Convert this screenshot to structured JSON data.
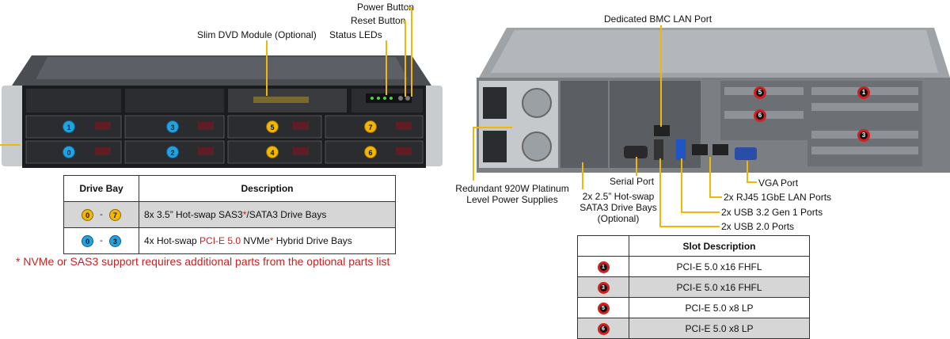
{
  "front_callouts": {
    "power_button": "Power Button",
    "reset_button": "Reset Button",
    "slim_dvd": "Slim DVD Module (Optional)",
    "status_leds": "Status LEDs"
  },
  "front_bays": {
    "gold": [
      "5",
      "7",
      "4",
      "6"
    ],
    "blue": [
      "1",
      "3",
      "0",
      "2"
    ]
  },
  "drive_table": {
    "header_bay": "Drive Bay",
    "header_desc": "Description",
    "rows": [
      {
        "from": "0",
        "to": "7",
        "dash": "-",
        "color": "#f2b705",
        "desc_a": "8x 3.5” Hot-swap SAS3",
        "desc_star": "*",
        "desc_b": "/SATA3 Drive  Bays"
      },
      {
        "from": "0",
        "to": "3",
        "dash": "-",
        "color": "#22a3e0",
        "desc_a": "4x Hot-swap ",
        "desc_red": "PCI-E  5.0",
        "desc_b": " NVMe",
        "desc_star": "*",
        "desc_c": " Hybrid Drive  Bays"
      }
    ]
  },
  "footnote": "* NVMe or SAS3 support requires additional parts from the optional parts list",
  "rear_callouts": {
    "bmc_lan": "Dedicated BMC LAN Port",
    "psu_line1": "Redundant  920W Platinum",
    "psu_line2": "Level Power Supplies",
    "sata_line1": "2x 2.5” Hot-swap",
    "sata_line2": "SATA3 Drive Bays",
    "sata_line3": "(Optional)",
    "serial": "Serial Port",
    "vga": "VGA Port",
    "rj45": "2x RJ45  1GbE LAN Ports",
    "usb32": "2x USB 3.2 Gen 1 Ports",
    "usb20": "2x USB 2.0 Ports"
  },
  "rear_slots": [
    "5",
    "1",
    "6",
    "3"
  ],
  "slot_table": {
    "header": "Slot Description",
    "rows": [
      {
        "slot": "1",
        "desc": "PCI-E 5.0 x16 FHFL"
      },
      {
        "slot": "3",
        "desc": "PCI-E 5.0 x16 FHFL"
      },
      {
        "slot": "5",
        "desc": "PCI-E 5.0 x8 LP"
      },
      {
        "slot": "6",
        "desc": "PCI-E 5.0 x8 LP"
      }
    ]
  },
  "colors": {
    "leader": "#f2b705",
    "gold_badge": "#f2b705",
    "blue_badge": "#22a3e0",
    "slot_ring": "#d21f1f",
    "note_red": "#cc2020",
    "row_grey": "#d6d6d6"
  }
}
